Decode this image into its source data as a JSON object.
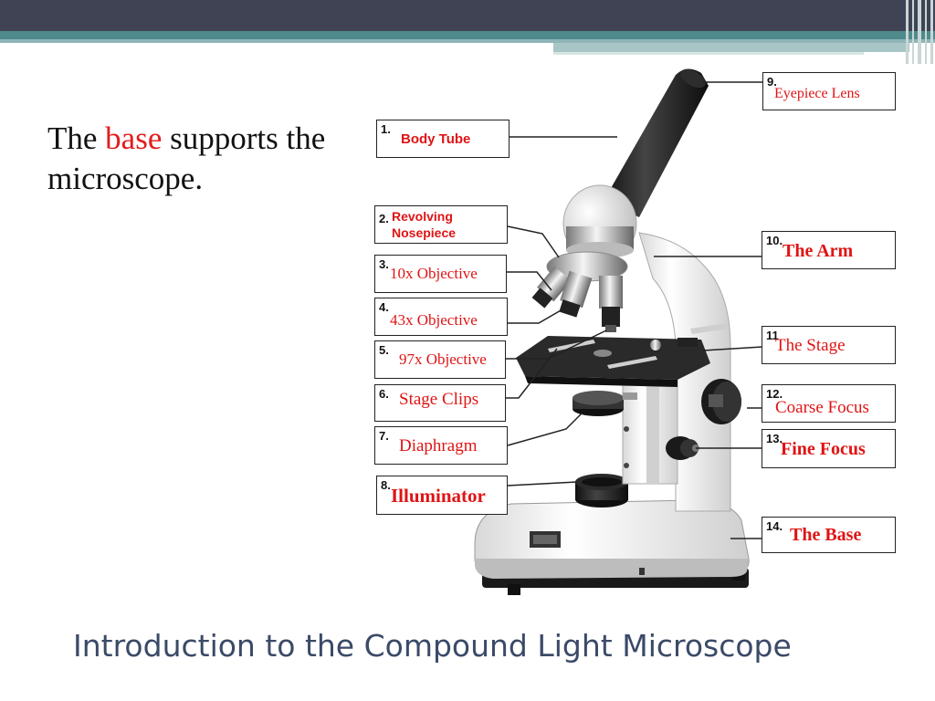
{
  "intro": {
    "text_before": "The ",
    "highlight": "base",
    "text_after": " supports the microscope."
  },
  "labels": [
    {
      "num": "1.",
      "text": "Body Tube"
    },
    {
      "num": "2.",
      "text": "Revolving Nosepiece"
    },
    {
      "num": "3.",
      "text": "10x Objective"
    },
    {
      "num": "4.",
      "text": "43x Objective"
    },
    {
      "num": "5.",
      "text": "97x Objective"
    },
    {
      "num": "6.",
      "text": "Stage Clips"
    },
    {
      "num": "7.",
      "text": "Diaphragm"
    },
    {
      "num": "8.",
      "text": "Illuminator"
    },
    {
      "num": "9.",
      "text": "Eyepiece Lens"
    },
    {
      "num": "10.",
      "text": "The Arm"
    },
    {
      "num": "11",
      "text": "The Stage"
    },
    {
      "num": "12.",
      "text": "Coarse Focus"
    },
    {
      "num": "13.",
      "text": "Fine Focus"
    },
    {
      "num": "14.",
      "text": "The Base"
    }
  ],
  "title": "Introduction to the Compound Light Microscope",
  "colors": {
    "accent": "#e21c1c",
    "title": "#3b4a68",
    "topbar": "#3f4354",
    "teal": "#4f8a8c"
  }
}
